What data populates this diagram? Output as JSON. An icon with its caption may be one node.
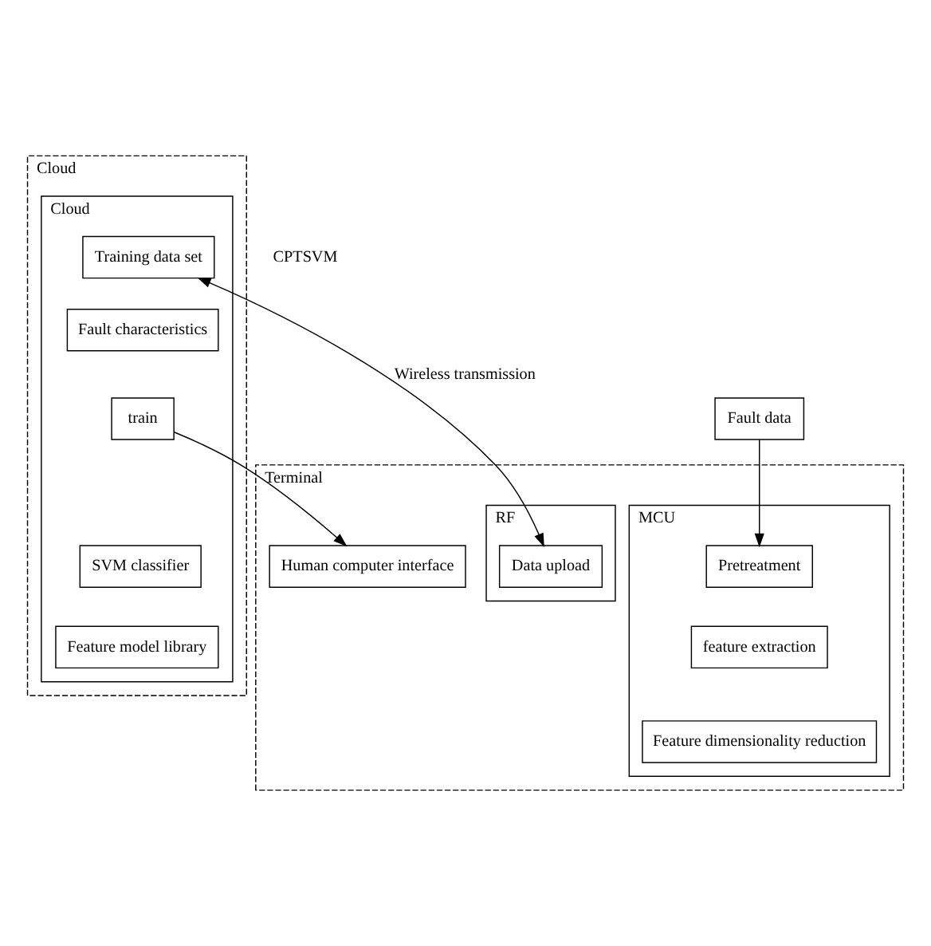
{
  "diagram": {
    "nodes": [
      {
        "text": [
          "Fault data"
        ]
      },
      {
        "text": [
          "Terminal"
        ]
      },
      {
        "text": [
          "MCU"
        ],
        "in": 1
      },
      {
        "text": [
          "Pretreatment"
        ],
        "in": 2
      },
      {
        "text": [
          "feature extraction"
        ],
        "in": 2
      },
      {
        "text": [
          "Feature dimensionality reduction"
        ],
        "in": 2
      },
      {
        "text": [
          "RF"
        ],
        "in": 1
      },
      {
        "text": [
          "Data upload"
        ],
        "in": 6
      },
      {
        "text": [
          "Human computer interface"
        ],
        "in": 1
      },
      {
        "text": [
          "Cloud"
        ]
      },
      {
        "text": [
          "Cloud"
        ],
        "in": 9
      },
      {
        "text": [
          "Training data set"
        ],
        "in": 10
      },
      {
        "text": [
          "Fault characteristics"
        ],
        "in": 10
      },
      {
        "text": [
          "train"
        ],
        "in": 10
      },
      {
        "text": [
          "SVM classifier"
        ],
        "in": 10
      },
      {
        "text": [
          "Feature model library"
        ],
        "in": 10
      }
    ],
    "edges": [
      {
        "from": 0,
        "to": 3,
        "arrow": "to"
      },
      {
        "from": 7,
        "to": 11,
        "arrow": "both",
        "label": "Wireless transmission"
      },
      {
        "from": 13,
        "to": 8,
        "arrow": "to"
      }
    ],
    "labels": [
      "CPTSVM"
    ]
  }
}
